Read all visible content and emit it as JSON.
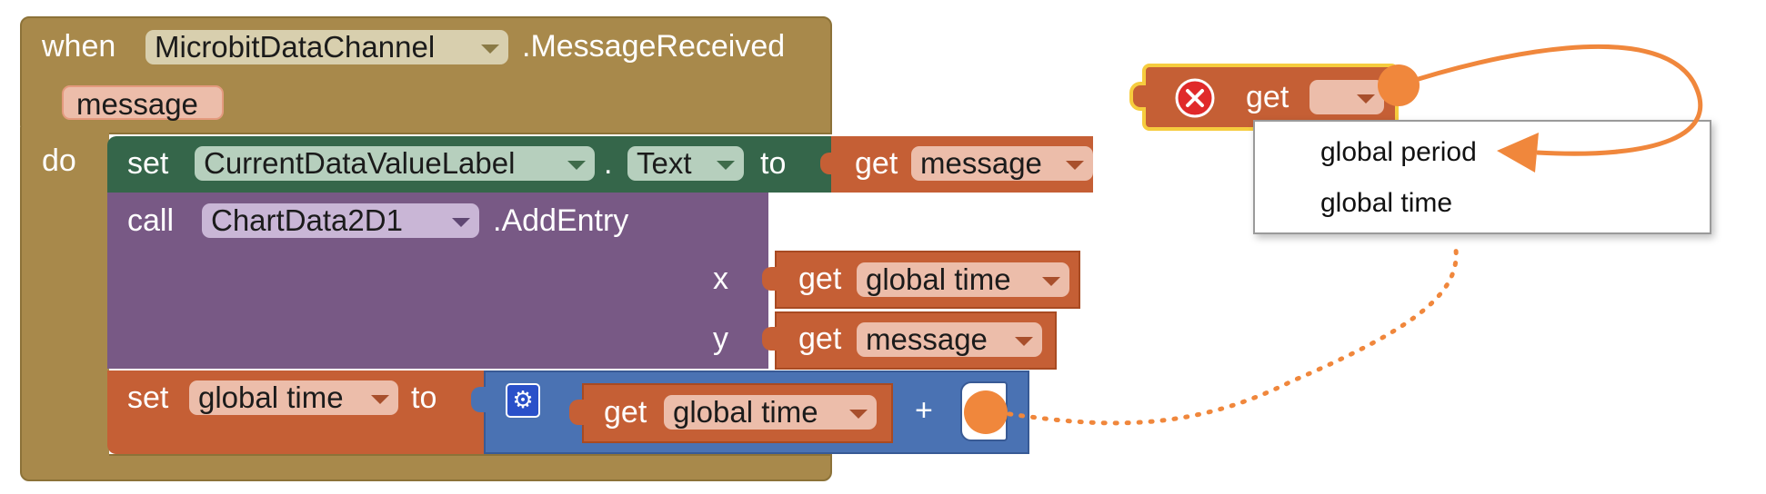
{
  "event_block": {
    "when_label": "when",
    "component": "MicrobitDataChannel",
    "event": ".MessageReceived",
    "param": "message",
    "do_label": "do"
  },
  "set_label_block": {
    "set_label": "set",
    "component": "CurrentDataValueLabel",
    "dot": ".",
    "property": "Text",
    "to_label": "to",
    "get_label": "get",
    "get_var": "message"
  },
  "add_entry_block": {
    "call_label": "call",
    "component": "ChartData2D1",
    "method": ".AddEntry",
    "x_label": "x",
    "x_get_label": "get",
    "x_var": "global time",
    "y_label": "y",
    "y_get_label": "get",
    "y_var": "message"
  },
  "set_time_block": {
    "set_label": "set",
    "var": "global time",
    "to_label": "to",
    "get_label": "get",
    "get_var": "global time",
    "plus": "+"
  },
  "floating_get_block": {
    "get_label": "get",
    "var": ""
  },
  "dropdown": {
    "items": [
      "global period",
      "global time"
    ]
  },
  "colors": {
    "event": "#a8894b",
    "set_component": "#35664a",
    "procedure_call": "#785985",
    "variable": "#c55f35",
    "math": "#4a72b3",
    "annotation": "#f0873c"
  }
}
